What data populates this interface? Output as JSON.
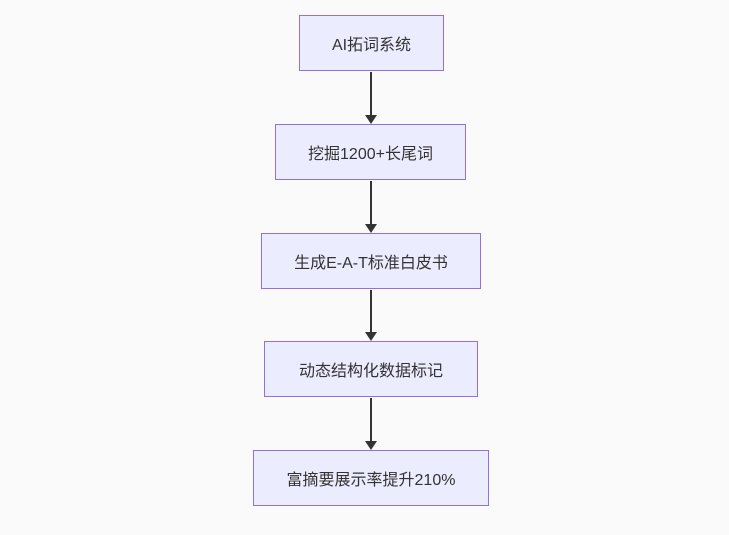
{
  "diagram": {
    "type": "flowchart",
    "direction": "top-down",
    "nodes": [
      {
        "id": "A",
        "label": "AI拓词系统"
      },
      {
        "id": "B",
        "label": "挖掘1200+长尾词"
      },
      {
        "id": "C",
        "label": "生成E-A-T标准白皮书"
      },
      {
        "id": "D",
        "label": "动态结构化数据标记"
      },
      {
        "id": "E",
        "label": "富摘要展示率提升210%"
      }
    ],
    "edges": [
      {
        "from": "A",
        "to": "B"
      },
      {
        "from": "B",
        "to": "C"
      },
      {
        "from": "C",
        "to": "D"
      },
      {
        "from": "D",
        "to": "E"
      }
    ],
    "colors": {
      "node_fill": "#ececff",
      "node_border": "#9370db",
      "node_text": "#333333",
      "arrow": "#333333",
      "background": "#fafafa"
    }
  }
}
